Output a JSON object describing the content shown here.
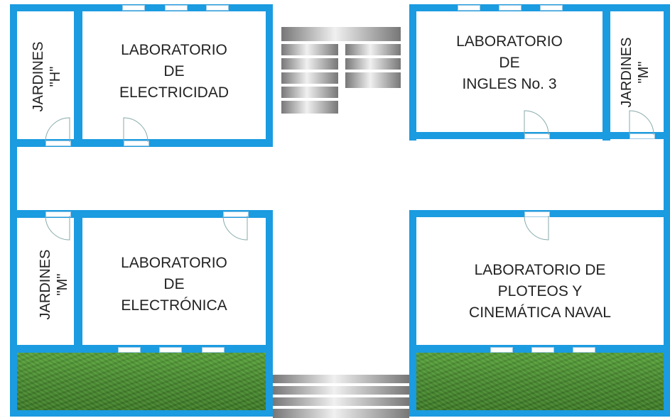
{
  "rooms": {
    "lab_electricidad": "LABORATORIO\nDE\nELECTRICIDAD",
    "lab_ingles": "LABORATORIO\nDE\nINGLES No. 3",
    "lab_electronica": "LABORATORIO\nDE\nELECTRÓNICA",
    "lab_ploteos": "LABORATORIO  DE\nPLOTEOS Y\nCINEMÁTICA NAVAL",
    "jardines_h": "JARDINES\n\"H\"",
    "jardines_m_top": "JARDINES\n\"M\"",
    "jardines_m_bottom": "JARDINES\n\"M\""
  },
  "colors": {
    "wall": "#1b9be0",
    "grass": "#4b8c32",
    "floor": "#ffffff"
  },
  "icons": [
    "door-swing-icon",
    "window-icon",
    "staircase-icon",
    "grass-garden-icon"
  ]
}
